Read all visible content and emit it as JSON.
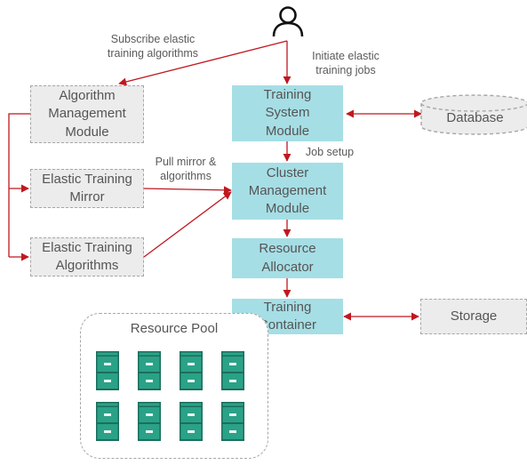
{
  "boxes": {
    "algorithm_management": "Algorithm\nManagement\nModule",
    "elastic_mirror": "Elastic Training\nMirror",
    "elastic_algorithms": "Elastic Training\nAlgorithms",
    "training_system": "Training\nSystem\nModule",
    "cluster_management": "Cluster\nManagement\nModule",
    "resource_allocator": "Resource\nAllocator",
    "training_container": "Training\nContainer",
    "database": "Database",
    "storage": "Storage"
  },
  "labels": {
    "subscribe": "Subscribe elastic\ntraining algorithms",
    "initiate": "Initiate elastic\ntraining jobs",
    "job_setup": "Job setup",
    "pull_mirror": "Pull mirror &\nalgorithms"
  },
  "resource_pool": {
    "title": "Resource Pool",
    "server_count": 8
  },
  "colors": {
    "arrow": "#c0171f",
    "teal_box": "#a6dee5",
    "gray_box": "#ececec",
    "server": "#2aa287"
  },
  "icons": {
    "user": "person-outline-icon",
    "database": "cylinder-icon",
    "server": "server-icon"
  }
}
